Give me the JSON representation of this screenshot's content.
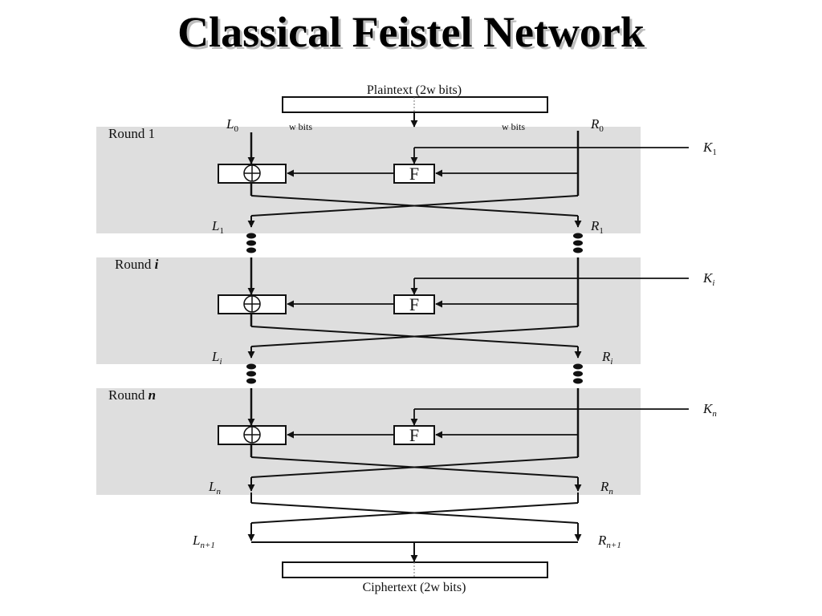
{
  "title": "Classical Feistel Network",
  "plaintext_label": "Plaintext (2w bits)",
  "ciphertext_label": "Ciphertext (2w bits)",
  "w_bits": "w bits",
  "function_label": "F",
  "round_word": "Round",
  "rounds": [
    {
      "index": "1",
      "key": "K",
      "key_sub": "1",
      "left_out": "L",
      "left_out_sub": "1",
      "right_out": "R",
      "right_out_sub": "1"
    },
    {
      "index": "i",
      "key": "K",
      "key_sub": "i",
      "left_out": "L",
      "left_out_sub": "i",
      "right_out": "R",
      "right_out_sub": "i"
    },
    {
      "index": "n",
      "key": "K",
      "key_sub": "n",
      "left_out": "L",
      "left_out_sub": "n",
      "right_out": "R",
      "right_out_sub": "n"
    }
  ],
  "initial": {
    "left": "L",
    "left_sub": "0",
    "right": "R",
    "right_sub": "0"
  },
  "final": {
    "left": "L",
    "left_sub": "n+1",
    "right": "R",
    "right_sub": "n+1"
  }
}
